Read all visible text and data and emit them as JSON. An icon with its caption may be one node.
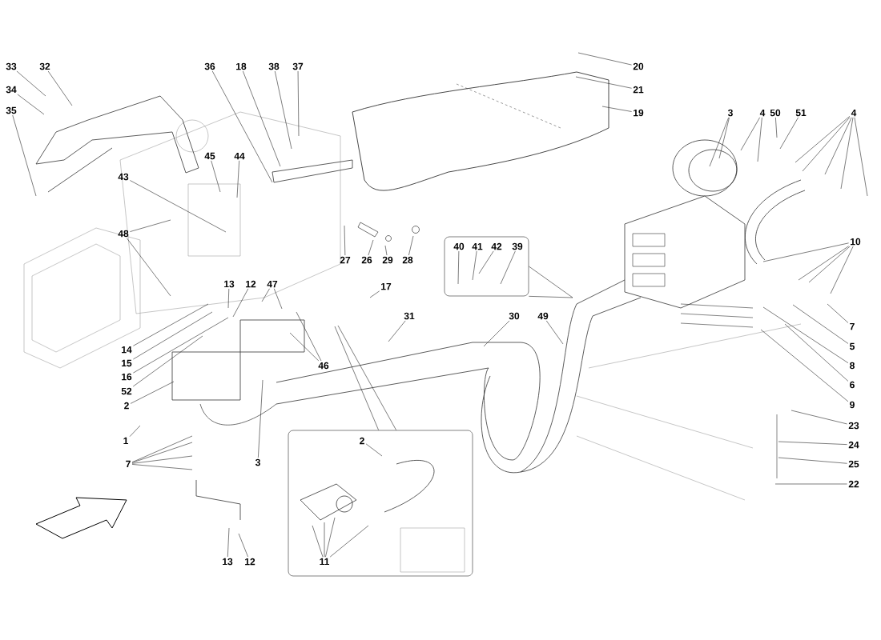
{
  "diagram": {
    "nodes": [
      {
        "text": [],
        "shape": "box"
      },
      {
        "text": [],
        "shape": "box"
      },
      {
        "text": [
          "33"
        ]
      },
      {
        "text": [
          "32"
        ]
      },
      {
        "text": [
          "34"
        ]
      },
      {
        "text": [
          "35"
        ]
      },
      {
        "text": [
          "36"
        ]
      },
      {
        "text": [
          "18"
        ]
      },
      {
        "text": [
          "38"
        ]
      },
      {
        "text": [
          "37"
        ]
      },
      {
        "text": [
          "20"
        ]
      },
      {
        "text": [
          "21"
        ]
      },
      {
        "text": [
          "19"
        ]
      },
      {
        "text": [
          "3"
        ]
      },
      {
        "text": [
          "4"
        ]
      },
      {
        "text": [
          "50"
        ]
      },
      {
        "text": [
          "51"
        ]
      },
      {
        "text": [
          "4"
        ]
      },
      {
        "text": [
          "45"
        ]
      },
      {
        "text": [
          "44"
        ]
      },
      {
        "text": [
          "43"
        ]
      },
      {
        "text": [
          "48"
        ]
      },
      {
        "text": [
          "27"
        ]
      },
      {
        "text": [
          "26"
        ]
      },
      {
        "text": [
          "29"
        ]
      },
      {
        "text": [
          "28"
        ]
      },
      {
        "text": [
          "40"
        ],
        "in": 0
      },
      {
        "text": [
          "41"
        ],
        "in": 0
      },
      {
        "text": [
          "42"
        ],
        "in": 0
      },
      {
        "text": [
          "39"
        ],
        "in": 0
      },
      {
        "text": [
          "17"
        ]
      },
      {
        "text": [
          "13"
        ]
      },
      {
        "text": [
          "12"
        ]
      },
      {
        "text": [
          "47"
        ]
      },
      {
        "text": [
          "31"
        ]
      },
      {
        "text": [
          "30"
        ]
      },
      {
        "text": [
          "49"
        ]
      },
      {
        "text": [
          "10"
        ]
      },
      {
        "text": [
          "7"
        ]
      },
      {
        "text": [
          "5"
        ]
      },
      {
        "text": [
          "8"
        ]
      },
      {
        "text": [
          "6"
        ]
      },
      {
        "text": [
          "9"
        ]
      },
      {
        "text": [
          "14"
        ]
      },
      {
        "text": [
          "15"
        ]
      },
      {
        "text": [
          "16"
        ]
      },
      {
        "text": [
          "52"
        ]
      },
      {
        "text": [
          "2"
        ]
      },
      {
        "text": [
          "46"
        ]
      },
      {
        "text": [
          "1"
        ]
      },
      {
        "text": [
          "7"
        ]
      },
      {
        "text": [
          "3"
        ]
      },
      {
        "text": [
          "23"
        ]
      },
      {
        "text": [
          "24"
        ]
      },
      {
        "text": [
          "25"
        ]
      },
      {
        "text": [
          "22"
        ]
      },
      {
        "text": [
          "2"
        ],
        "in": 1
      },
      {
        "text": [
          "11"
        ],
        "in": 1
      },
      {
        "text": [
          "13"
        ]
      },
      {
        "text": [
          "12"
        ]
      }
    ],
    "edges": [
      {
        "from": 2,
        "to": null,
        "arrow": "none"
      },
      {
        "from": 3,
        "to": null,
        "arrow": "none"
      },
      {
        "from": 4,
        "to": null,
        "arrow": "none"
      },
      {
        "from": 5,
        "to": null,
        "arrow": "none"
      },
      {
        "from": 6,
        "to": null,
        "arrow": "none"
      },
      {
        "from": 7,
        "to": null,
        "arrow": "none"
      },
      {
        "from": 8,
        "to": null,
        "arrow": "none"
      },
      {
        "from": 9,
        "to": null,
        "arrow": "none"
      },
      {
        "from": 10,
        "to": null,
        "arrow": "none"
      },
      {
        "from": 11,
        "to": null,
        "arrow": "none"
      },
      {
        "from": 12,
        "to": null,
        "arrow": "none"
      },
      {
        "from": 13,
        "to": null,
        "arrow": "none"
      },
      {
        "from": 13,
        "to": null,
        "arrow": "none"
      },
      {
        "from": 14,
        "to": null,
        "arrow": "none"
      },
      {
        "from": 14,
        "to": null,
        "arrow": "none"
      },
      {
        "from": 15,
        "to": null,
        "arrow": "none"
      },
      {
        "from": 16,
        "to": null,
        "arrow": "none"
      },
      {
        "from": 17,
        "to": null,
        "arrow": "none"
      },
      {
        "from": 17,
        "to": null,
        "arrow": "none"
      },
      {
        "from": 17,
        "to": null,
        "arrow": "none"
      },
      {
        "from": 17,
        "to": null,
        "arrow": "none"
      },
      {
        "from": 17,
        "to": null,
        "arrow": "none"
      },
      {
        "from": 18,
        "to": null,
        "arrow": "none"
      },
      {
        "from": 19,
        "to": null,
        "arrow": "none"
      },
      {
        "from": 20,
        "to": null,
        "arrow": "none"
      },
      {
        "from": 21,
        "to": null,
        "arrow": "none"
      },
      {
        "from": 21,
        "to": null,
        "arrow": "none"
      },
      {
        "from": 22,
        "to": null,
        "arrow": "none"
      },
      {
        "from": 23,
        "to": null,
        "arrow": "none"
      },
      {
        "from": 24,
        "to": null,
        "arrow": "none"
      },
      {
        "from": 25,
        "to": null,
        "arrow": "none"
      },
      {
        "from": 26,
        "to": null,
        "arrow": "none"
      },
      {
        "from": 27,
        "to": null,
        "arrow": "none"
      },
      {
        "from": 28,
        "to": null,
        "arrow": "none"
      },
      {
        "from": 29,
        "to": null,
        "arrow": "none"
      },
      {
        "from": 30,
        "to": null,
        "arrow": "none"
      },
      {
        "from": 31,
        "to": null,
        "arrow": "none"
      },
      {
        "from": 32,
        "to": null,
        "arrow": "none"
      },
      {
        "from": 33,
        "to": null,
        "arrow": "none"
      },
      {
        "from": 33,
        "to": null,
        "arrow": "none"
      },
      {
        "from": 34,
        "to": null,
        "arrow": "none"
      },
      {
        "from": 35,
        "to": null,
        "arrow": "none"
      },
      {
        "from": 36,
        "to": null,
        "arrow": "none"
      },
      {
        "from": 37,
        "to": null,
        "arrow": "none"
      },
      {
        "from": 37,
        "to": null,
        "arrow": "none"
      },
      {
        "from": 37,
        "to": null,
        "arrow": "none"
      },
      {
        "from": 37,
        "to": null,
        "arrow": "none"
      },
      {
        "from": 38,
        "to": null,
        "arrow": "none"
      },
      {
        "from": 39,
        "to": null,
        "arrow": "none"
      },
      {
        "from": 40,
        "to": null,
        "arrow": "none"
      },
      {
        "from": 41,
        "to": null,
        "arrow": "none"
      },
      {
        "from": 42,
        "to": null,
        "arrow": "none"
      },
      {
        "from": 43,
        "to": null,
        "arrow": "none"
      },
      {
        "from": 44,
        "to": null,
        "arrow": "none"
      },
      {
        "from": 45,
        "to": null,
        "arrow": "none"
      },
      {
        "from": 46,
        "to": null,
        "arrow": "none"
      },
      {
        "from": 47,
        "to": null,
        "arrow": "none"
      },
      {
        "from": 48,
        "to": null,
        "arrow": "none"
      },
      {
        "from": 48,
        "to": null,
        "arrow": "none"
      },
      {
        "from": 49,
        "to": null,
        "arrow": "none"
      },
      {
        "from": 50,
        "to": null,
        "arrow": "none"
      },
      {
        "from": 50,
        "to": null,
        "arrow": "none"
      },
      {
        "from": 50,
        "to": null,
        "arrow": "none"
      },
      {
        "from": 50,
        "to": null,
        "arrow": "none"
      },
      {
        "from": 51,
        "to": null,
        "arrow": "none"
      },
      {
        "from": 52,
        "to": null,
        "arrow": "none"
      },
      {
        "from": 53,
        "to": null,
        "arrow": "none"
      },
      {
        "from": 54,
        "to": null,
        "arrow": "none"
      },
      {
        "from": 55,
        "to": null,
        "arrow": "none"
      },
      {
        "from": 56,
        "to": null,
        "arrow": "none"
      },
      {
        "from": 57,
        "to": null,
        "arrow": "none"
      },
      {
        "from": 57,
        "to": null,
        "arrow": "none"
      },
      {
        "from": 57,
        "to": null,
        "arrow": "none"
      },
      {
        "from": 57,
        "to": null,
        "arrow": "none"
      },
      {
        "from": 58,
        "to": null,
        "arrow": "none"
      },
      {
        "from": 59,
        "to": null,
        "arrow": "none"
      },
      {
        "from": 0,
        "to": null,
        "arrow": "none"
      },
      {
        "from": 0,
        "to": null,
        "arrow": "none"
      },
      {
        "from": 1,
        "to": null,
        "arrow": "none"
      },
      {
        "from": 1,
        "to": null,
        "arrow": "none"
      }
    ]
  }
}
